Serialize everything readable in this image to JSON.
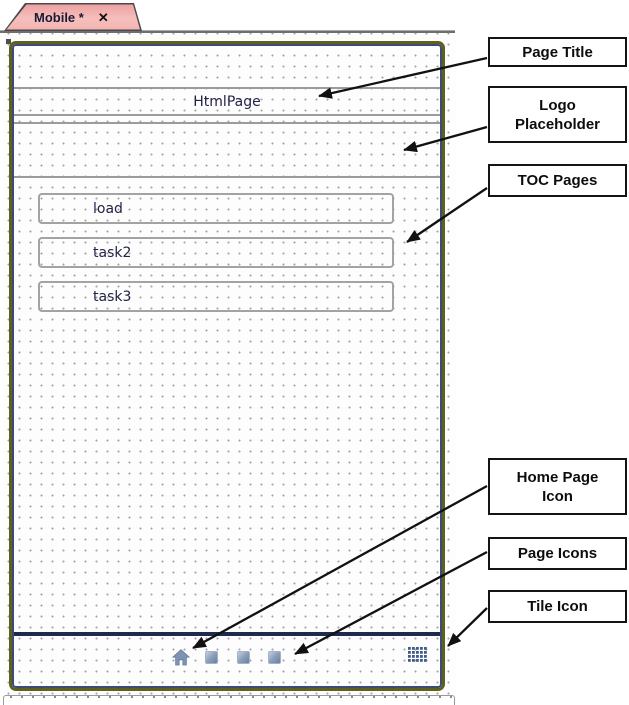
{
  "tab_bar": {
    "tab_label": "Mobile *",
    "close_glyph": "✕"
  },
  "design": {
    "page_title": "HtmlPage",
    "toc_pages": [
      {
        "label": "load"
      },
      {
        "label": "task2"
      },
      {
        "label": "task3"
      }
    ],
    "nav_bar": {
      "home_icon": "home",
      "page_icon_count": 3,
      "tile_icon": "tile-grid"
    }
  },
  "callouts": [
    {
      "label": "Page Title"
    },
    {
      "label": "Logo Placeholder"
    },
    {
      "label": "TOC Pages"
    },
    {
      "label": "Home Page Icon"
    },
    {
      "label": "Page Icons"
    },
    {
      "label": "Tile Icon"
    }
  ],
  "colors": {
    "tab_fill": "#f2b2b0",
    "phone_border": "#60601d",
    "phone_inner_border": "#3c4c7a",
    "nav_divider": "#1e2a4e",
    "icon_blue": "#7e93b2",
    "tile_blue": "#3f5d8a",
    "separator_gray": "#9b9b9b",
    "design_text": "#232347",
    "callout_border": "#141414"
  }
}
